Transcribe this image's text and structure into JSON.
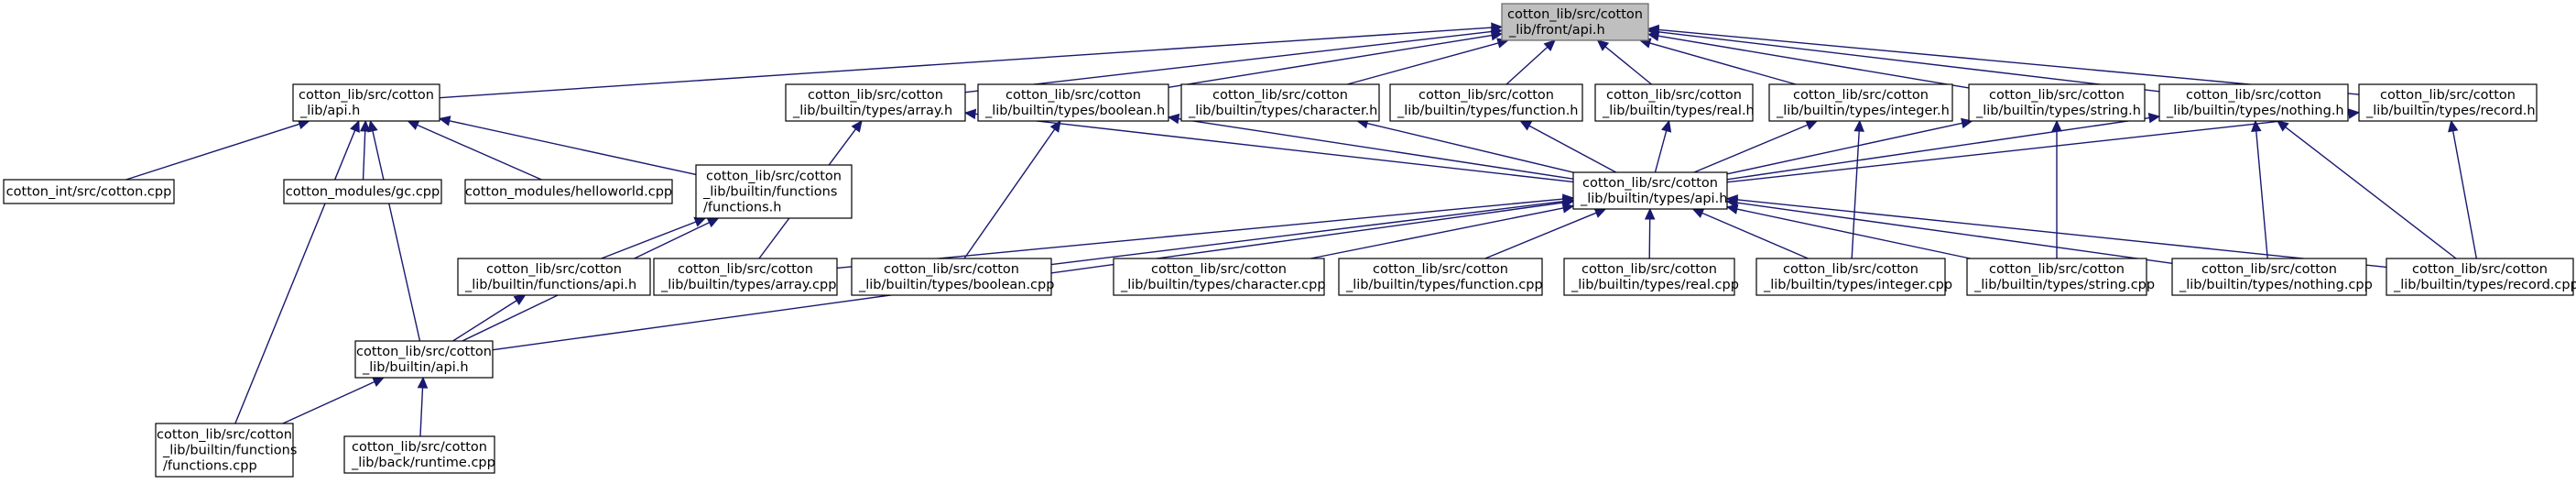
{
  "colors": {
    "edge": "#191970",
    "root_fill": "#bfbfbf",
    "node_fill": "#ffffff",
    "node_border": "#000000"
  },
  "nodes": {
    "front_api": {
      "lines": [
        "cotton_lib/src/cotton",
        "_lib/front/api.h"
      ]
    },
    "lib_api": {
      "lines": [
        "cotton_lib/src/cotton",
        "_lib/api.h"
      ]
    },
    "types_array_h": {
      "lines": [
        "cotton_lib/src/cotton",
        "_lib/builtin/types/array.h"
      ]
    },
    "types_boolean_h": {
      "lines": [
        "cotton_lib/src/cotton",
        "_lib/builtin/types/boolean.h"
      ]
    },
    "types_character_h": {
      "lines": [
        "cotton_lib/src/cotton",
        "_lib/builtin/types/character.h"
      ]
    },
    "types_function_h": {
      "lines": [
        "cotton_lib/src/cotton",
        "_lib/builtin/types/function.h"
      ]
    },
    "types_real_h": {
      "lines": [
        "cotton_lib/src/cotton",
        "_lib/builtin/types/real.h"
      ]
    },
    "types_integer_h": {
      "lines": [
        "cotton_lib/src/cotton",
        "_lib/builtin/types/integer.h"
      ]
    },
    "types_string_h": {
      "lines": [
        "cotton_lib/src/cotton",
        "_lib/builtin/types/string.h"
      ]
    },
    "types_nothing_h": {
      "lines": [
        "cotton_lib/src/cotton",
        "_lib/builtin/types/nothing.h"
      ]
    },
    "types_record_h": {
      "lines": [
        "cotton_lib/src/cotton",
        "_lib/builtin/types/record.h"
      ]
    },
    "cotton_cpp": {
      "lines": [
        "cotton_int/src/cotton.cpp"
      ]
    },
    "gc_cpp": {
      "lines": [
        "cotton_modules/gc.cpp"
      ]
    },
    "helloworld_cpp": {
      "lines": [
        "cotton_modules/helloworld.cpp"
      ]
    },
    "functions_h": {
      "lines": [
        "cotton_lib/src/cotton",
        "_lib/builtin/functions",
        "/functions.h"
      ]
    },
    "types_api_h": {
      "lines": [
        "cotton_lib/src/cotton",
        "_lib/builtin/types/api.h"
      ]
    },
    "functions_api_h": {
      "lines": [
        "cotton_lib/src/cotton",
        "_lib/builtin/functions/api.h"
      ]
    },
    "array_cpp": {
      "lines": [
        "cotton_lib/src/cotton",
        "_lib/builtin/types/array.cpp"
      ]
    },
    "boolean_cpp": {
      "lines": [
        "cotton_lib/src/cotton",
        "_lib/builtin/types/boolean.cpp"
      ]
    },
    "character_cpp": {
      "lines": [
        "cotton_lib/src/cotton",
        "_lib/builtin/types/character.cpp"
      ]
    },
    "function_cpp": {
      "lines": [
        "cotton_lib/src/cotton",
        "_lib/builtin/types/function.cpp"
      ]
    },
    "real_cpp": {
      "lines": [
        "cotton_lib/src/cotton",
        "_lib/builtin/types/real.cpp"
      ]
    },
    "integer_cpp": {
      "lines": [
        "cotton_lib/src/cotton",
        "_lib/builtin/types/integer.cpp"
      ]
    },
    "string_cpp": {
      "lines": [
        "cotton_lib/src/cotton",
        "_lib/builtin/types/string.cpp"
      ]
    },
    "nothing_cpp": {
      "lines": [
        "cotton_lib/src/cotton",
        "_lib/builtin/types/nothing.cpp"
      ]
    },
    "record_cpp": {
      "lines": [
        "cotton_lib/src/cotton",
        "_lib/builtin/types/record.cpp"
      ]
    },
    "builtin_api_h": {
      "lines": [
        "cotton_lib/src/cotton",
        "_lib/builtin/api.h"
      ]
    },
    "functions_cpp": {
      "lines": [
        "cotton_lib/src/cotton",
        "_lib/builtin/functions",
        "/functions.cpp"
      ]
    },
    "runtime_cpp": {
      "lines": [
        "cotton_lib/src/cotton",
        "_lib/back/runtime.cpp"
      ]
    }
  },
  "edges": [
    [
      "lib_api",
      "front_api"
    ],
    [
      "types_array_h",
      "front_api"
    ],
    [
      "types_boolean_h",
      "front_api"
    ],
    [
      "types_character_h",
      "front_api"
    ],
    [
      "types_function_h",
      "front_api"
    ],
    [
      "types_real_h",
      "front_api"
    ],
    [
      "types_integer_h",
      "front_api"
    ],
    [
      "types_string_h",
      "front_api"
    ],
    [
      "types_nothing_h",
      "front_api"
    ],
    [
      "types_record_h",
      "front_api"
    ],
    [
      "cotton_cpp",
      "lib_api"
    ],
    [
      "gc_cpp",
      "lib_api"
    ],
    [
      "helloworld_cpp",
      "lib_api"
    ],
    [
      "functions_h",
      "lib_api"
    ],
    [
      "builtin_api_h",
      "lib_api"
    ],
    [
      "functions_cpp",
      "lib_api"
    ],
    [
      "functions_api_h",
      "functions_h"
    ],
    [
      "builtin_api_h",
      "functions_h"
    ],
    [
      "builtin_api_h",
      "functions_api_h"
    ],
    [
      "functions_cpp",
      "builtin_api_h"
    ],
    [
      "runtime_cpp",
      "builtin_api_h"
    ],
    [
      "array_cpp",
      "types_array_h"
    ],
    [
      "boolean_cpp",
      "types_boolean_h"
    ],
    [
      "integer_cpp",
      "types_integer_h"
    ],
    [
      "string_cpp",
      "types_string_h"
    ],
    [
      "nothing_cpp",
      "types_nothing_h"
    ],
    [
      "record_cpp",
      "types_nothing_h"
    ],
    [
      "record_cpp",
      "types_record_h"
    ],
    [
      "types_api_h",
      "types_array_h"
    ],
    [
      "types_api_h",
      "types_boolean_h"
    ],
    [
      "types_api_h",
      "types_character_h"
    ],
    [
      "types_api_h",
      "types_function_h"
    ],
    [
      "types_api_h",
      "types_real_h"
    ],
    [
      "types_api_h",
      "types_integer_h"
    ],
    [
      "types_api_h",
      "types_string_h"
    ],
    [
      "types_api_h",
      "types_nothing_h"
    ],
    [
      "types_api_h",
      "types_record_h"
    ],
    [
      "array_cpp",
      "types_api_h"
    ],
    [
      "boolean_cpp",
      "types_api_h"
    ],
    [
      "character_cpp",
      "types_api_h"
    ],
    [
      "function_cpp",
      "types_api_h"
    ],
    [
      "real_cpp",
      "types_api_h"
    ],
    [
      "integer_cpp",
      "types_api_h"
    ],
    [
      "string_cpp",
      "types_api_h"
    ],
    [
      "nothing_cpp",
      "types_api_h"
    ],
    [
      "record_cpp",
      "types_api_h"
    ],
    [
      "builtin_api_h",
      "types_api_h"
    ]
  ]
}
